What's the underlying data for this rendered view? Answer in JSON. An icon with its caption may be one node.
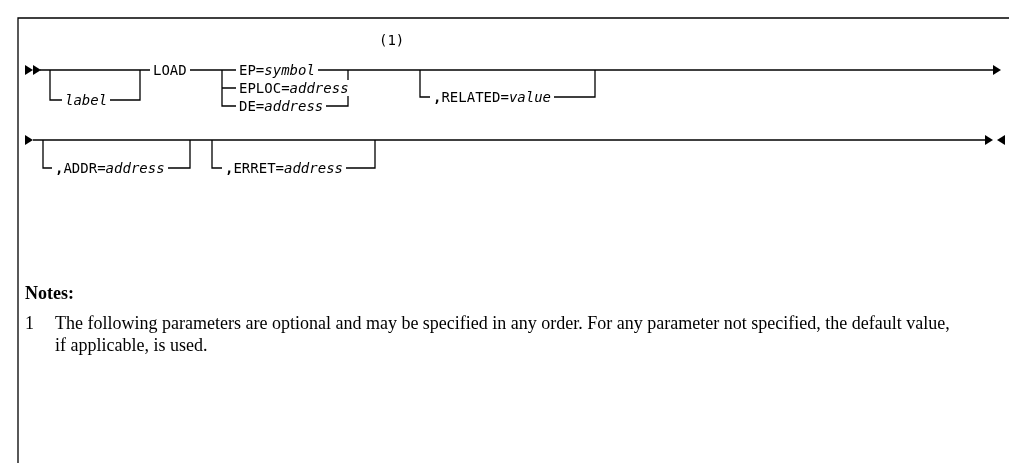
{
  "diagram": {
    "labels": [
      "(1)",
      "label",
      "LOAD",
      "EP=*symbol*",
      "EPLOC=*address*",
      "DE=*address*",
      "**,**RELATED=*value*",
      "**,**ADDR=*address*",
      "**,**ERRET=*address*",
      "Notes:",
      "1",
      "The following parameters are optional and may be specified in any order. For any parameter not specified, the default value, if applicable, is used."
    ]
  }
}
